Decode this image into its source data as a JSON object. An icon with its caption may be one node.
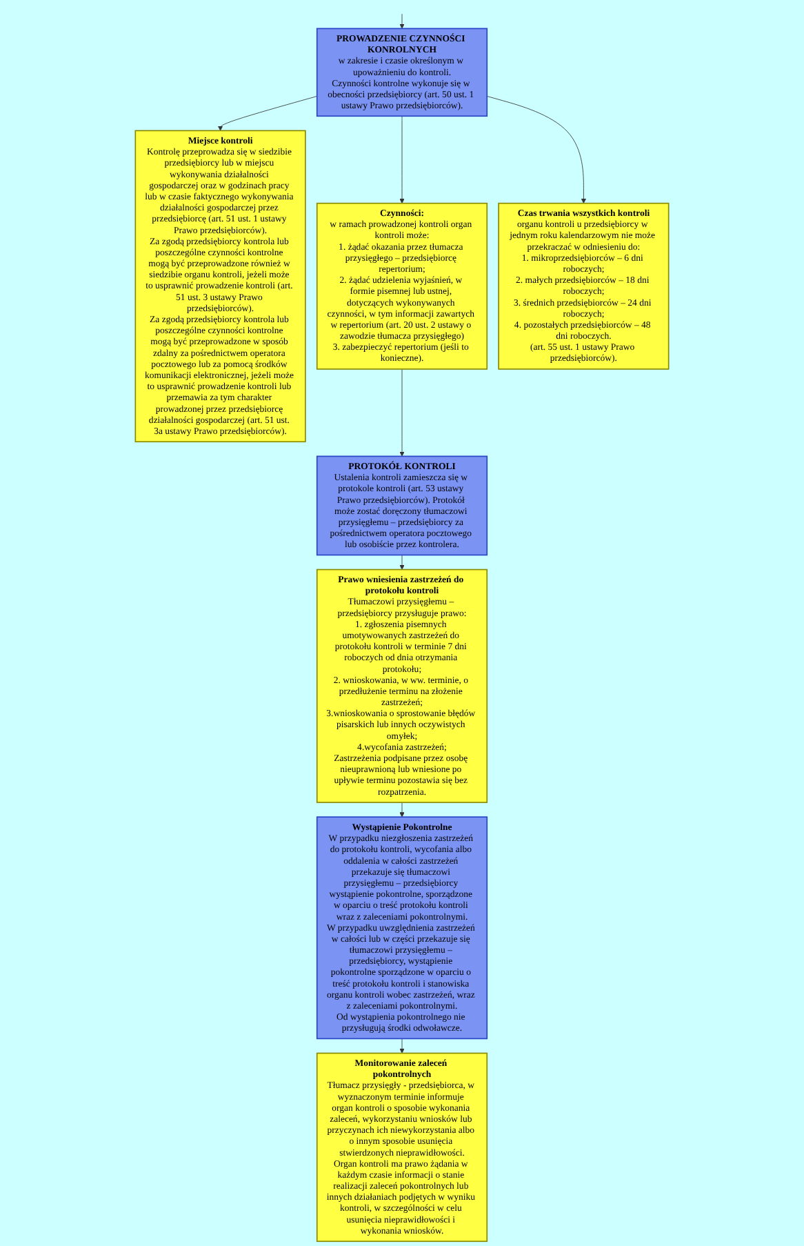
{
  "diagram": {
    "nodes": [
      {
        "text": [
          "PROWADZENIE CZYNNOŚCI KONROLNYCH",
          "w zakresie i czasie określonym w upoważnieniu do kontroli.",
          "Czynności kontrolne wykonuje się w obecności przedsiębiorcy (art. 50 ust. 1 ustawy Prawo przedsiębiorców)."
        ]
      },
      {
        "text": [
          "Miejsce kontroli",
          "Kontrolę przeprowadza się w siedzibie przedsiębiorcy lub w miejscu wykonywania działalności gospodarczej oraz w godzinach pracy lub w czasie faktycznego wykonywania działalności gospodarczej przez przedsiębiorcę (art. 51 ust. 1 ustawy Prawo przedsiębiorców).",
          "Za zgodą przedsiębiorcy kontrola lub poszczególne czynności kontrolne mogą być przeprowadzone również w siedzibie organu kontroli, jeżeli może to usprawnić prowadzenie kontroli (art. 51 ust. 3 ustawy Prawo przedsiębiorców).",
          "Za zgodą przedsiębiorcy kontrola lub poszczególne czynności kontrolne mogą być przeprowadzone w sposób zdalny za pośrednictwem operatora pocztowego lub za pomocą środków komunikacji elektronicznej, jeżeli może to usprawnić prowadzenie kontroli lub przemawia za tym charakter prowadzonej przez przedsiębiorcę działalności gospodarczej (art. 51 ust. 3a ustawy Prawo przedsiębiorców)."
        ]
      },
      {
        "text": [
          "Czynności:",
          "w ramach prowadzonej kontroli organ kontroli może:",
          "1. żądać okazania przez tłumacza przysięgłego – przedsiębiorcę repertorium;",
          "2. żądać udzielenia wyjaśnień, w formie pisemnej lub ustnej, dotyczących wykonywanych czynności, w tym informacji zawartych w repertorium (art. 20 ust. 2 ustawy o zawodzie tłumacza przysięgłego)",
          "3. zabezpieczyć repertorium (jeśli to konieczne)."
        ]
      },
      {
        "text": [
          "Czas trwania wszystkich kontroli",
          "organu kontroli u przedsiębiorcy w jednym roku kalendarzowym nie może przekraczać w odniesieniu do:",
          "1. mikroprzedsiębiorców – 6 dni roboczych;",
          "2. małych przedsiębiorców – 18 dni roboczych;",
          "3. średnich przedsiębiorców – 24 dni roboczych;",
          "4. pozostałych przedsiębiorców – 48 dni roboczych.",
          "(art. 55 ust. 1 ustawy Prawo przedsiębiorców)."
        ]
      },
      {
        "text": [
          "PROTOKÓŁ KONTROLI",
          "Ustalenia kontroli zamieszcza się w protokole kontroli (art. 53 ustawy Prawo przedsiębiorców). Protokół może zostać doręczony tłumaczowi przysięgłemu – przedsiębiorcy za pośrednictwem operatora pocztowego lub osobiście przez kontrolera."
        ]
      },
      {
        "text": [
          "Prawo wniesienia zastrzeżeń do protokołu kontroli",
          "Tłumaczowi przysięgłemu – przedsiębiorcy przysługuje prawo:",
          "1. zgłoszenia pisemnych umotywowanych zastrzeżeń do protokołu kontroli w terminie 7 dni roboczych od dnia otrzymania protokołu;",
          "2. wnioskowania, w ww. terminie, o przedłużenie terminu na złożenie zastrzeżeń;",
          "3.wnioskowania o sprostowanie błędów pisarskich lub innych oczywistych omyłek;",
          "4.wycofania zastrzeżeń;",
          "Zastrzeżenia podpisane przez osobę nieuprawnioną lub wniesione po upływie terminu pozostawia się bez rozpatrzenia."
        ]
      },
      {
        "text": [
          "Wystąpienie Pokontrolne",
          "W przypadku niezgłoszenia zastrzeżeń do protokołu kontroli, wycofania albo oddalenia w całości zastrzeżeń przekazuje się tłumaczowi przysięgłemu – przedsiębiorcy wystąpienie pokontrolne, sporządzone w oparciu o treść protokołu kontroli wraz z zaleceniami pokontrolnymi.",
          "W przypadku uwzględnienia zastrzeżeń w całości lub w części przekazuje się tłumaczowi przysięgłemu – przedsiębiorcy, wystąpienie pokontrolne sporządzone w oparciu o treść protokołu kontroli i stanowiska organu kontroli wobec zastrzeżeń, wraz z zaleceniami pokontrolnymi.",
          "Od wystąpienia pokontrolnego nie przysługują środki odwoławcze."
        ]
      },
      {
        "text": [
          "Monitorowanie zaleceń pokontrolnych",
          "Tłumacz przysięgły - przedsiębiorca, w wyznaczonym terminie informuje organ kontroli o sposobie wykonania zaleceń, wykorzystaniu wniosków lub przyczynach ich niewykorzystania albo o innym sposobie usunięcia stwierdzonych nieprawidłowości.",
          "Organ kontroli ma prawo żądania w każdym czasie informacji o stanie realizacji zaleceń pokontrolnych lub innych działaniach podjętych w wyniku kontroli, w szczególności w celu usunięcia nieprawidłowości i wykonania wniosków."
        ]
      }
    ],
    "edges": [
      {
        "from": null,
        "to": 0,
        "arrow": "to"
      },
      {
        "from": 0,
        "to": 1,
        "arrow": "to"
      },
      {
        "from": 0,
        "to": 2,
        "arrow": "to"
      },
      {
        "from": 0,
        "to": 3,
        "arrow": "to"
      },
      {
        "from": 2,
        "to": 4,
        "arrow": "to"
      },
      {
        "from": 4,
        "to": 5,
        "arrow": "to"
      },
      {
        "from": 5,
        "to": 6,
        "arrow": "to"
      },
      {
        "from": 6,
        "to": 7,
        "arrow": "to"
      }
    ]
  }
}
